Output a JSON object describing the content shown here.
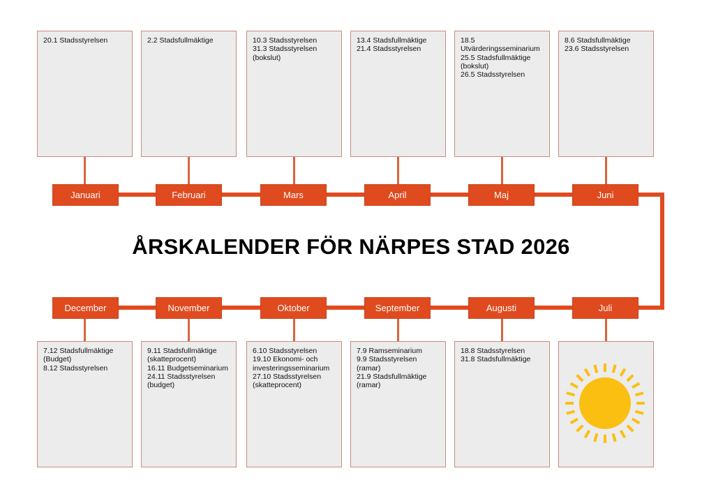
{
  "title": "ÅRSKALENDER FÖR NÄRPES STAD 2026",
  "colors": {
    "accent": "#e04a1f",
    "box_fill": "#ececec",
    "box_border": "#c98a80",
    "sun": "#fbbf12"
  },
  "top_row": [
    {
      "month": "Januari",
      "events": [
        "20.1 Stadsstyrelsen"
      ]
    },
    {
      "month": "Februari",
      "events": [
        "2.2 Stadsfullmäktige"
      ]
    },
    {
      "month": "Mars",
      "events": [
        "10.3 Stadsstyrelsen",
        "31.3 Stadsstyrelsen",
        "(bokslut)"
      ]
    },
    {
      "month": "April",
      "events": [
        "13.4 Stadsfullmäktige",
        "21.4 Stadsstyrelsen"
      ]
    },
    {
      "month": "Maj",
      "events": [
        "18.5",
        "Utvärderingsseminarium",
        "25.5 Stadsfullmäktige",
        "(bokslut)",
        "26.5 Stadsstyrelsen"
      ]
    },
    {
      "month": "Juni",
      "events": [
        "8.6 Stadsfullmäktige",
        "23.6 Stadsstyrelsen"
      ]
    }
  ],
  "bottom_row": [
    {
      "month": "December",
      "events": [
        "7.12 Stadsfullmäktige",
        "(Budget)",
        "8.12 Stadsstyrelsen"
      ]
    },
    {
      "month": "November",
      "events": [
        "9.11 Stadsfullmäktige",
        "(skatteprocent)",
        "16.11 Budgetseminarium",
        "24.11 Stadsstyrelsen",
        "(budget)"
      ]
    },
    {
      "month": "Oktober",
      "events": [
        "6.10 Stadsstyrelsen",
        "19.10 Ekonomi- och",
        "investeringsseminarium",
        "27.10 Stadsstyrelsen",
        "(skatteprocent)"
      ]
    },
    {
      "month": "September",
      "events": [
        "7.9 Ramseminarium",
        "9.9 Stadsstyrelsen",
        "(ramar)",
        "21.9 Stadsfullmäktige",
        "(ramar)"
      ]
    },
    {
      "month": "Augusti",
      "events": [
        "18.8 Stadsstyrelsen",
        "31.8 Stadsfullmäktige"
      ]
    },
    {
      "month": "Juli",
      "icon": "sun-icon",
      "events": []
    }
  ]
}
